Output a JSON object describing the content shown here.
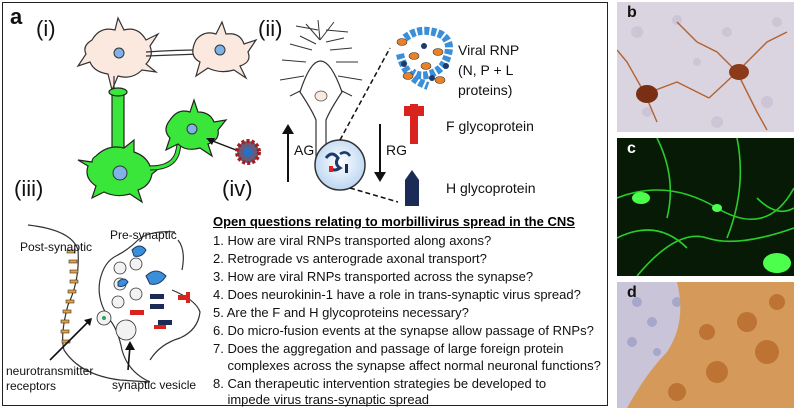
{
  "panel_a": {
    "letter": "a",
    "sub_i": "(i)",
    "sub_ii": "(ii)",
    "sub_iii": "(iii)",
    "sub_iv": "(iv)",
    "viral_rnp": [
      "Viral RNP",
      "(N, P + L",
      "proteins)"
    ],
    "f_glyco": "F glycoprotein",
    "h_glyco": "H glycoprotein",
    "ag": "AG",
    "rg": "RG",
    "pre_synaptic": "Pre-synaptic",
    "post_synaptic": "Post-synaptic",
    "neurotransmitter": [
      "neurotransmitter",
      "receptors"
    ],
    "synaptic_vesicle": "synaptic vesicle",
    "questions_title": "Open questions relating to morbillivirus spread in the CNS",
    "questions": [
      "1. How are viral RNPs transported along axons?",
      "2. Retrograde vs anterograde axonal transport?",
      "3. How are viral RNPs transported across the synapse?",
      "4. Does neurokinin-1 have a role in trans-synaptic virus spread?",
      "5. Are the F and H glycoproteins necessary?",
      "6. Do micro-fusion events at the synapse allow passage of RNPs?",
      "7. Does the aggregation and passage of large foreign protein",
      "    complexes across the synapse affect normal neuronal functions?",
      "8. Can therapeutic intervention strategies be developed to",
      "    impede virus trans-synaptic spread"
    ]
  },
  "panel_b": {
    "letter": "b"
  },
  "panel_c": {
    "letter": "c"
  },
  "panel_d": {
    "letter": "d"
  },
  "colors": {
    "neuron_green": "#39e639",
    "neuron_beige": "#fbe9e0",
    "nucleus_blue": "#7fb3e6",
    "rnp_blue": "#3a8fd8",
    "rnp_orange": "#e8812a",
    "rnp_navy": "#1d3a6b",
    "f_red": "#d9231e",
    "h_navy": "#1a2b55",
    "ihc_brown": "#a0522d",
    "fluor_green": "#2fe02f"
  }
}
